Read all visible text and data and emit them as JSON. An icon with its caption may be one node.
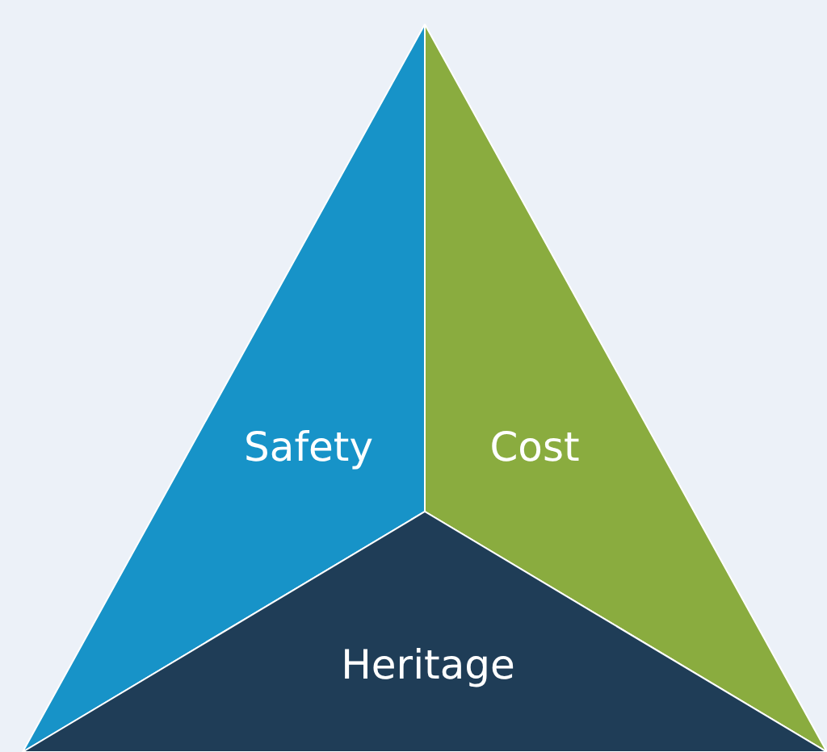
{
  "diagram": {
    "nodes": [
      {
        "text": [
          "Safety"
        ]
      },
      {
        "text": [
          "Cost"
        ]
      },
      {
        "text": [
          "Heritage"
        ]
      }
    ]
  }
}
